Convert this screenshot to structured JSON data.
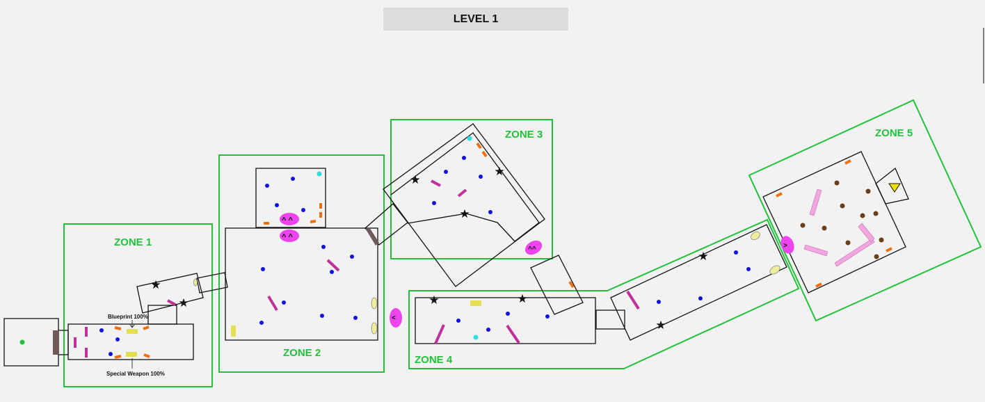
{
  "title": "LEVEL 1",
  "zones": [
    {
      "label": "ZONE 1"
    },
    {
      "label": "ZONE 2"
    },
    {
      "label": "ZONE 3"
    },
    {
      "label": "ZONE 4"
    },
    {
      "label": "ZONE 5"
    }
  ],
  "annotations": {
    "blueprint": "Blueprint 100%",
    "special_weapon": "Special Weapon 100%"
  },
  "colors": {
    "zone_border": "#22c13a",
    "enemy_dot": "#1010e0",
    "special_dot": "#33dddd",
    "cover_bar": "#c0309a",
    "ammo": "#f07010",
    "pickup": "#e2e050",
    "spawn_pod": "#ee44ee",
    "door": "#6e5a58",
    "boss_dot": "#6a3f17",
    "boss_wall": "#f4a6e0",
    "exit_marker": "#f0e000",
    "start_dot": "#22c13a"
  },
  "icons": {
    "star": "star-icon",
    "exit": "triangle-exit-icon"
  }
}
